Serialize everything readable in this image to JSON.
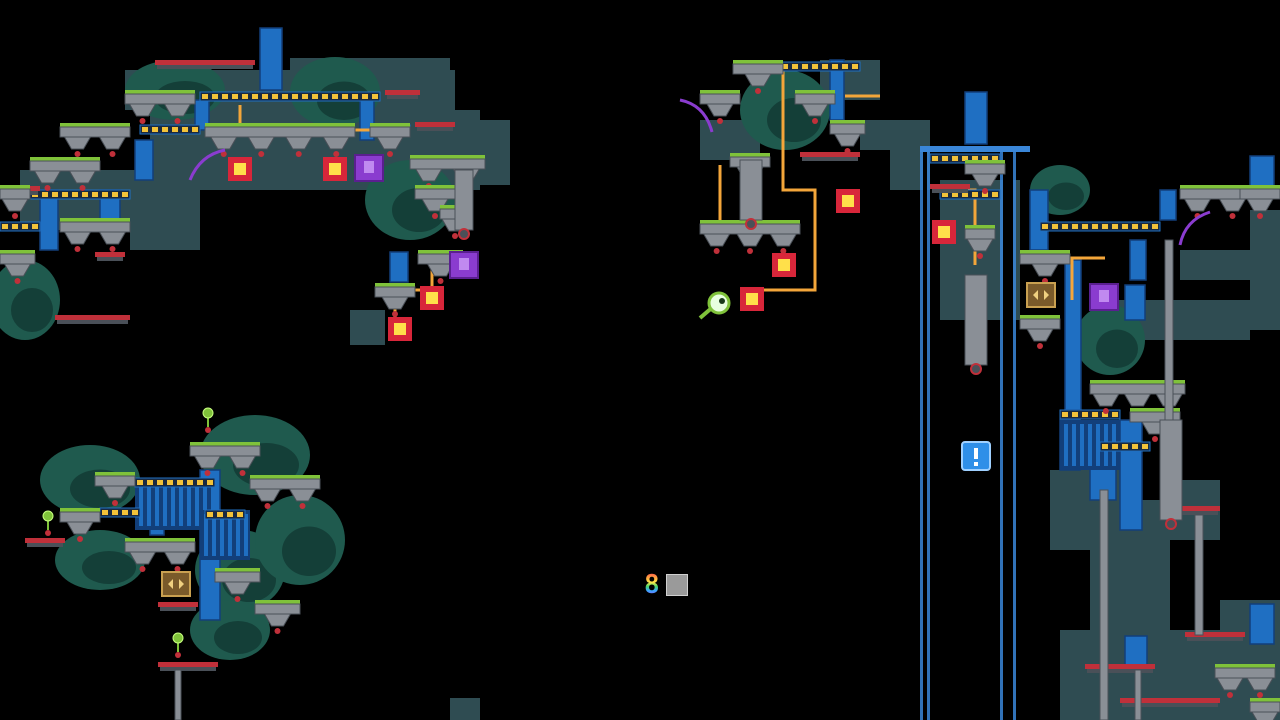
{
  "game": {
    "hud": {
      "counter_value": "8",
      "slot_state": "empty"
    },
    "palette": {
      "background": "#000000",
      "ruin_stone": "#2f4c52",
      "ruin_stone_light": "#3b5a60",
      "foliage": "#1f5a4e",
      "foliage_dark": "#143f38",
      "pipe_blue": "#1f6fc2",
      "pipe_blue_dark": "#123f7a",
      "wire_orange": "#f3a63a",
      "hazard_yellow": "#f2c23a",
      "grass_green": "#7fc23a",
      "metal_gray": "#8a8f96",
      "metal_dark": "#4a5058",
      "red_trim": "#c0303a",
      "block_red": "#d8263a",
      "block_yellow": "#ffe04a",
      "door_purple": "#8a3ccf",
      "waterfall_blue": "#3a86d8",
      "switch_blue": "#2f8fe8",
      "crate_brown": "#7a5a2a"
    },
    "entities": [
      {
        "kind": "red-switch-block",
        "state": "off"
      },
      {
        "kind": "purple-gate",
        "state": "closed"
      },
      {
        "kind": "blue-switch-block",
        "symbol": "!"
      },
      {
        "kind": "crate-block",
        "symbol": "arrows"
      },
      {
        "kind": "player-orb",
        "state": "idle"
      },
      {
        "kind": "waterfall",
        "state": "flowing"
      },
      {
        "kind": "sprout-pickup",
        "state": "available"
      }
    ]
  }
}
